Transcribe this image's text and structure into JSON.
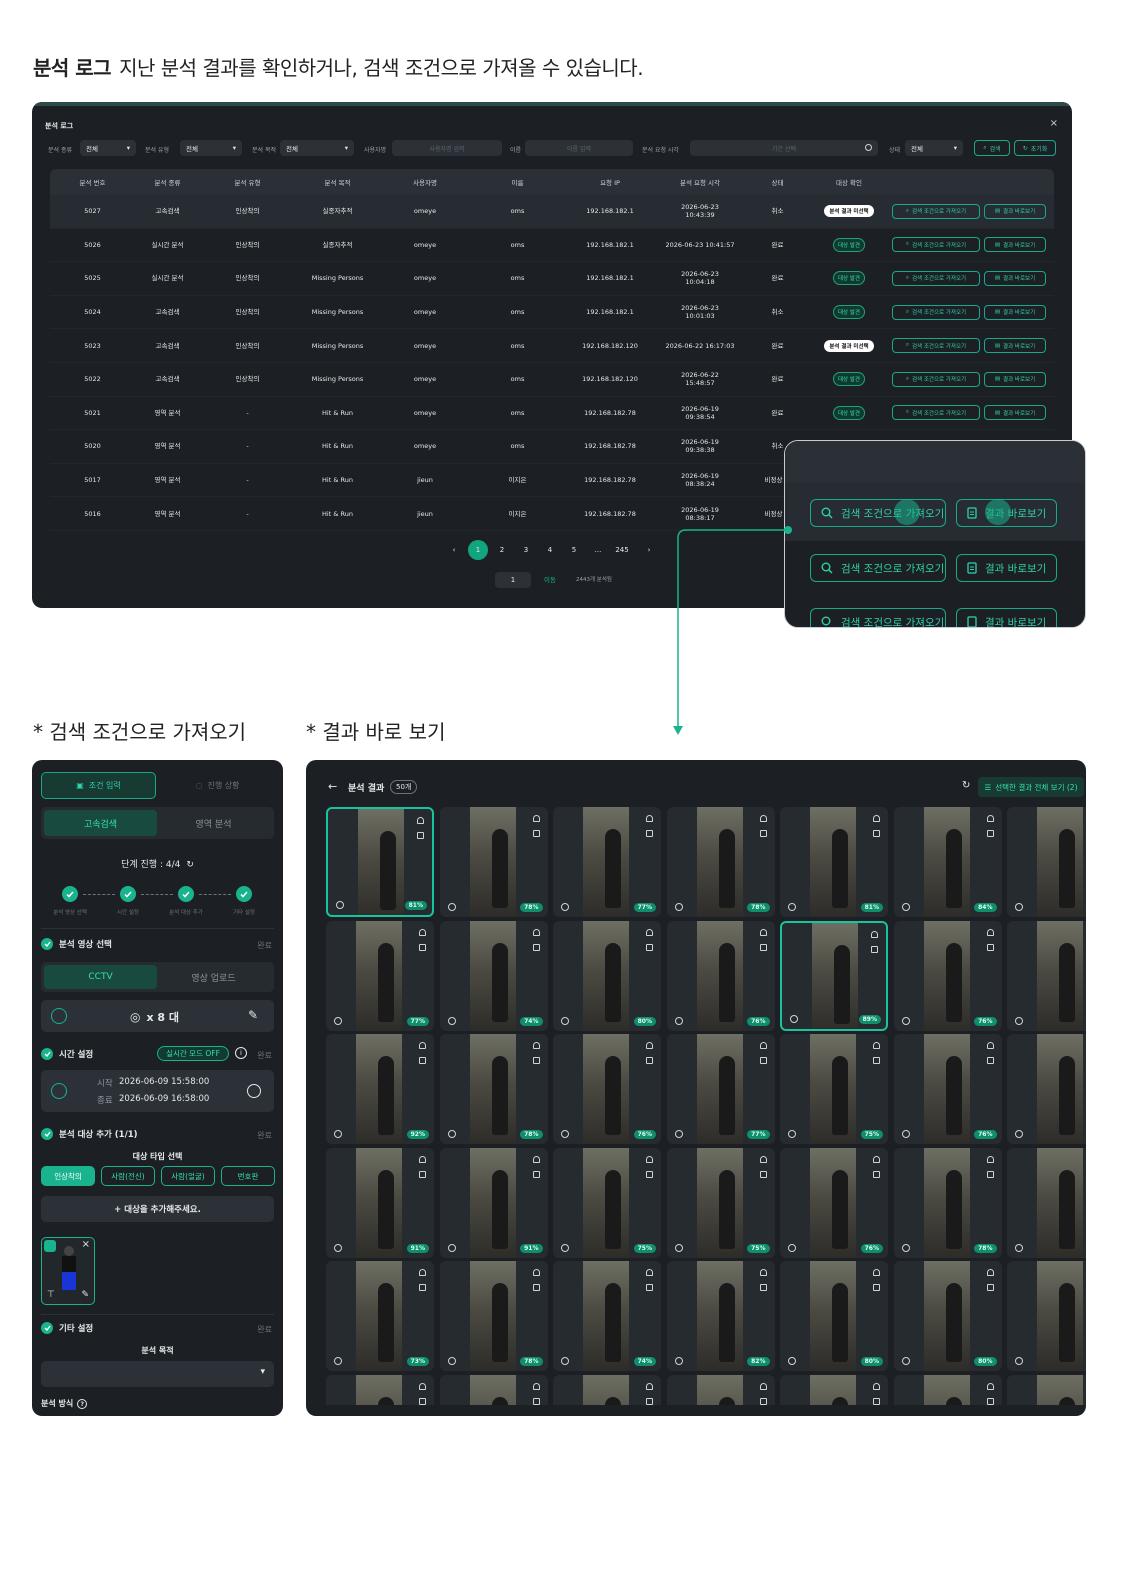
{
  "heading": {
    "bold": "분석 로그",
    "rest": "지난 분석 결과를 확인하거나, 검색 조건으로 가져올 수 있습니다."
  },
  "log": {
    "title": "분석 로그",
    "filters": {
      "type_label": "분석 종류",
      "type_value": "전체",
      "kind_label": "분석 유형",
      "kind_value": "전체",
      "purpose_label": "분석 목적",
      "purpose_value": "전체",
      "user_label": "사용자명",
      "user_placeholder": "사용자명 입력",
      "name_label": "이름",
      "name_placeholder": "이름 입력",
      "time_label": "분석 요청 시각",
      "time_placeholder": "기간 선택",
      "status_label": "상태",
      "status_value": "전체",
      "search": "검색",
      "reset": "초기화"
    },
    "columns": [
      "분석 번호",
      "분석 종류",
      "분석 유형",
      "분석 목적",
      "사용자명",
      "이름",
      "요청 IP",
      "분석 요청 시각",
      "상태",
      "대상 확인"
    ],
    "rows": [
      {
        "id": "5027",
        "type": "고속검색",
        "kind": "인상착의",
        "purpose": "실종자추적",
        "user": "omeye",
        "name": "oms",
        "ip": "192.168.182.1",
        "time": "2026-06-23\n10:43:39",
        "status": "취소",
        "check": "분석 결과 미선택",
        "check_style": "w"
      },
      {
        "id": "5026",
        "type": "실시간 분석",
        "kind": "인상착의",
        "purpose": "실종자추적",
        "user": "omeye",
        "name": "oms",
        "ip": "192.168.182.1",
        "time": "2026-06-23 10:41:57",
        "status": "완료",
        "check": "대상 발견",
        "check_style": "g"
      },
      {
        "id": "5025",
        "type": "실시간 분석",
        "kind": "인상착의",
        "purpose": "Missing Persons",
        "user": "omeye",
        "name": "oms",
        "ip": "192.168.182.1",
        "time": "2026-06-23\n10:04:18",
        "status": "완료",
        "check": "대상 발견",
        "check_style": "g"
      },
      {
        "id": "5024",
        "type": "고속검색",
        "kind": "인상착의",
        "purpose": "Missing Persons",
        "user": "omeye",
        "name": "oms",
        "ip": "192.168.182.1",
        "time": "2026-06-23\n10:01:03",
        "status": "취소",
        "check": "대상 발견",
        "check_style": "g"
      },
      {
        "id": "5023",
        "type": "고속검색",
        "kind": "인상착의",
        "purpose": "Missing Persons",
        "user": "omeye",
        "name": "oms",
        "ip": "192.168.182.120",
        "time": "2026-06-22 16:17:03",
        "status": "완료",
        "check": "분석 결과 미선택",
        "check_style": "w"
      },
      {
        "id": "5022",
        "type": "고속검색",
        "kind": "인상착의",
        "purpose": "Missing Persons",
        "user": "omeye",
        "name": "oms",
        "ip": "192.168.182.120",
        "time": "2026-06-22\n15:48:57",
        "status": "완료",
        "check": "대상 발견",
        "check_style": "g"
      },
      {
        "id": "5021",
        "type": "영역 분석",
        "kind": "-",
        "purpose": "Hit & Run",
        "user": "omeye",
        "name": "oms",
        "ip": "192.168.182.78",
        "time": "2026-06-19\n09:38:54",
        "status": "완료",
        "check": "대상 발견",
        "check_style": "g"
      },
      {
        "id": "5020",
        "type": "영역 분석",
        "kind": "-",
        "purpose": "Hit & Run",
        "user": "omeye",
        "name": "oms",
        "ip": "192.168.182.78",
        "time": "2026-06-19\n09:38:38",
        "status": "취소",
        "check": "",
        "check_style": ""
      },
      {
        "id": "5017",
        "type": "영역 분석",
        "kind": "-",
        "purpose": "Hit & Run",
        "user": "jieun",
        "name": "이지은",
        "ip": "192.168.182.78",
        "time": "2026-06-19\n08:38:24",
        "status": "비정상 종",
        "check": "",
        "check_style": ""
      },
      {
        "id": "5016",
        "type": "영역 분석",
        "kind": "-",
        "purpose": "Hit & Run",
        "user": "jieun",
        "name": "이지은",
        "ip": "192.168.182.78",
        "time": "2026-06-19\n08:38:17",
        "status": "비정상 종",
        "check": "",
        "check_style": ""
      }
    ],
    "btn_load": "검색 조건으로 가져오기",
    "btn_view": "결과 바로보기",
    "pages": [
      "1",
      "2",
      "3",
      "4",
      "5",
      "...",
      "245"
    ],
    "page_input": "1",
    "page_go": "이동",
    "total": "2443개 분석됨"
  },
  "zoom": {
    "btn_load": "검색 조건으로 가져오기",
    "btn_view": "결과 바로보기"
  },
  "sub_left": "* 검색 조건으로 가져오기",
  "sub_right": "* 결과 바로 보기",
  "cond": {
    "tab_input": "조건 입력",
    "tab_progress": "진행 상황",
    "mode_fast": "고속검색",
    "mode_area": "영역 분석",
    "progress": "단계 진행 : 4/4",
    "steps": [
      "분석 영상 선택",
      "시간 설정",
      "분석 대상 추가",
      "기타 설정"
    ],
    "sec_video": "분석 영상 선택",
    "done": "완료",
    "src_cctv": "CCTV",
    "src_upload": "영상 업로드",
    "cam_count": "x 8 대",
    "sec_time": "시간 설정",
    "realtime": "실시간 모드 OFF",
    "start_label": "시작",
    "start": "2026-06-09 15:58:00",
    "end_label": "종료",
    "end": "2026-06-09 16:58:00",
    "sec_target": "분석 대상 추가 (1/1)",
    "target_type": "대상 타입 선택",
    "types": [
      "인상착의",
      "사람(전신)",
      "사람(얼굴)",
      "번호판"
    ],
    "add_target": "+ 대상을 추가해주세요.",
    "sec_etc": "기타 설정",
    "purpose": "분석 목적",
    "method": "분석 방식"
  },
  "results": {
    "title": "분석 결과",
    "count": "50개",
    "view_selected": "선택한 결과 전체 보기 (2)",
    "scores": [
      [
        "81%",
        "78%",
        "77%",
        "78%",
        "81%",
        "84%",
        ""
      ],
      [
        "77%",
        "74%",
        "80%",
        "76%",
        "89%",
        "76%",
        ""
      ],
      [
        "92%",
        "78%",
        "76%",
        "77%",
        "75%",
        "76%",
        ""
      ],
      [
        "91%",
        "91%",
        "75%",
        "75%",
        "76%",
        "78%",
        ""
      ],
      [
        "73%",
        "78%",
        "74%",
        "82%",
        "80%",
        "80%",
        ""
      ]
    ]
  },
  "colors": {
    "accent": "#19b38d",
    "panel": "#1c2024"
  }
}
